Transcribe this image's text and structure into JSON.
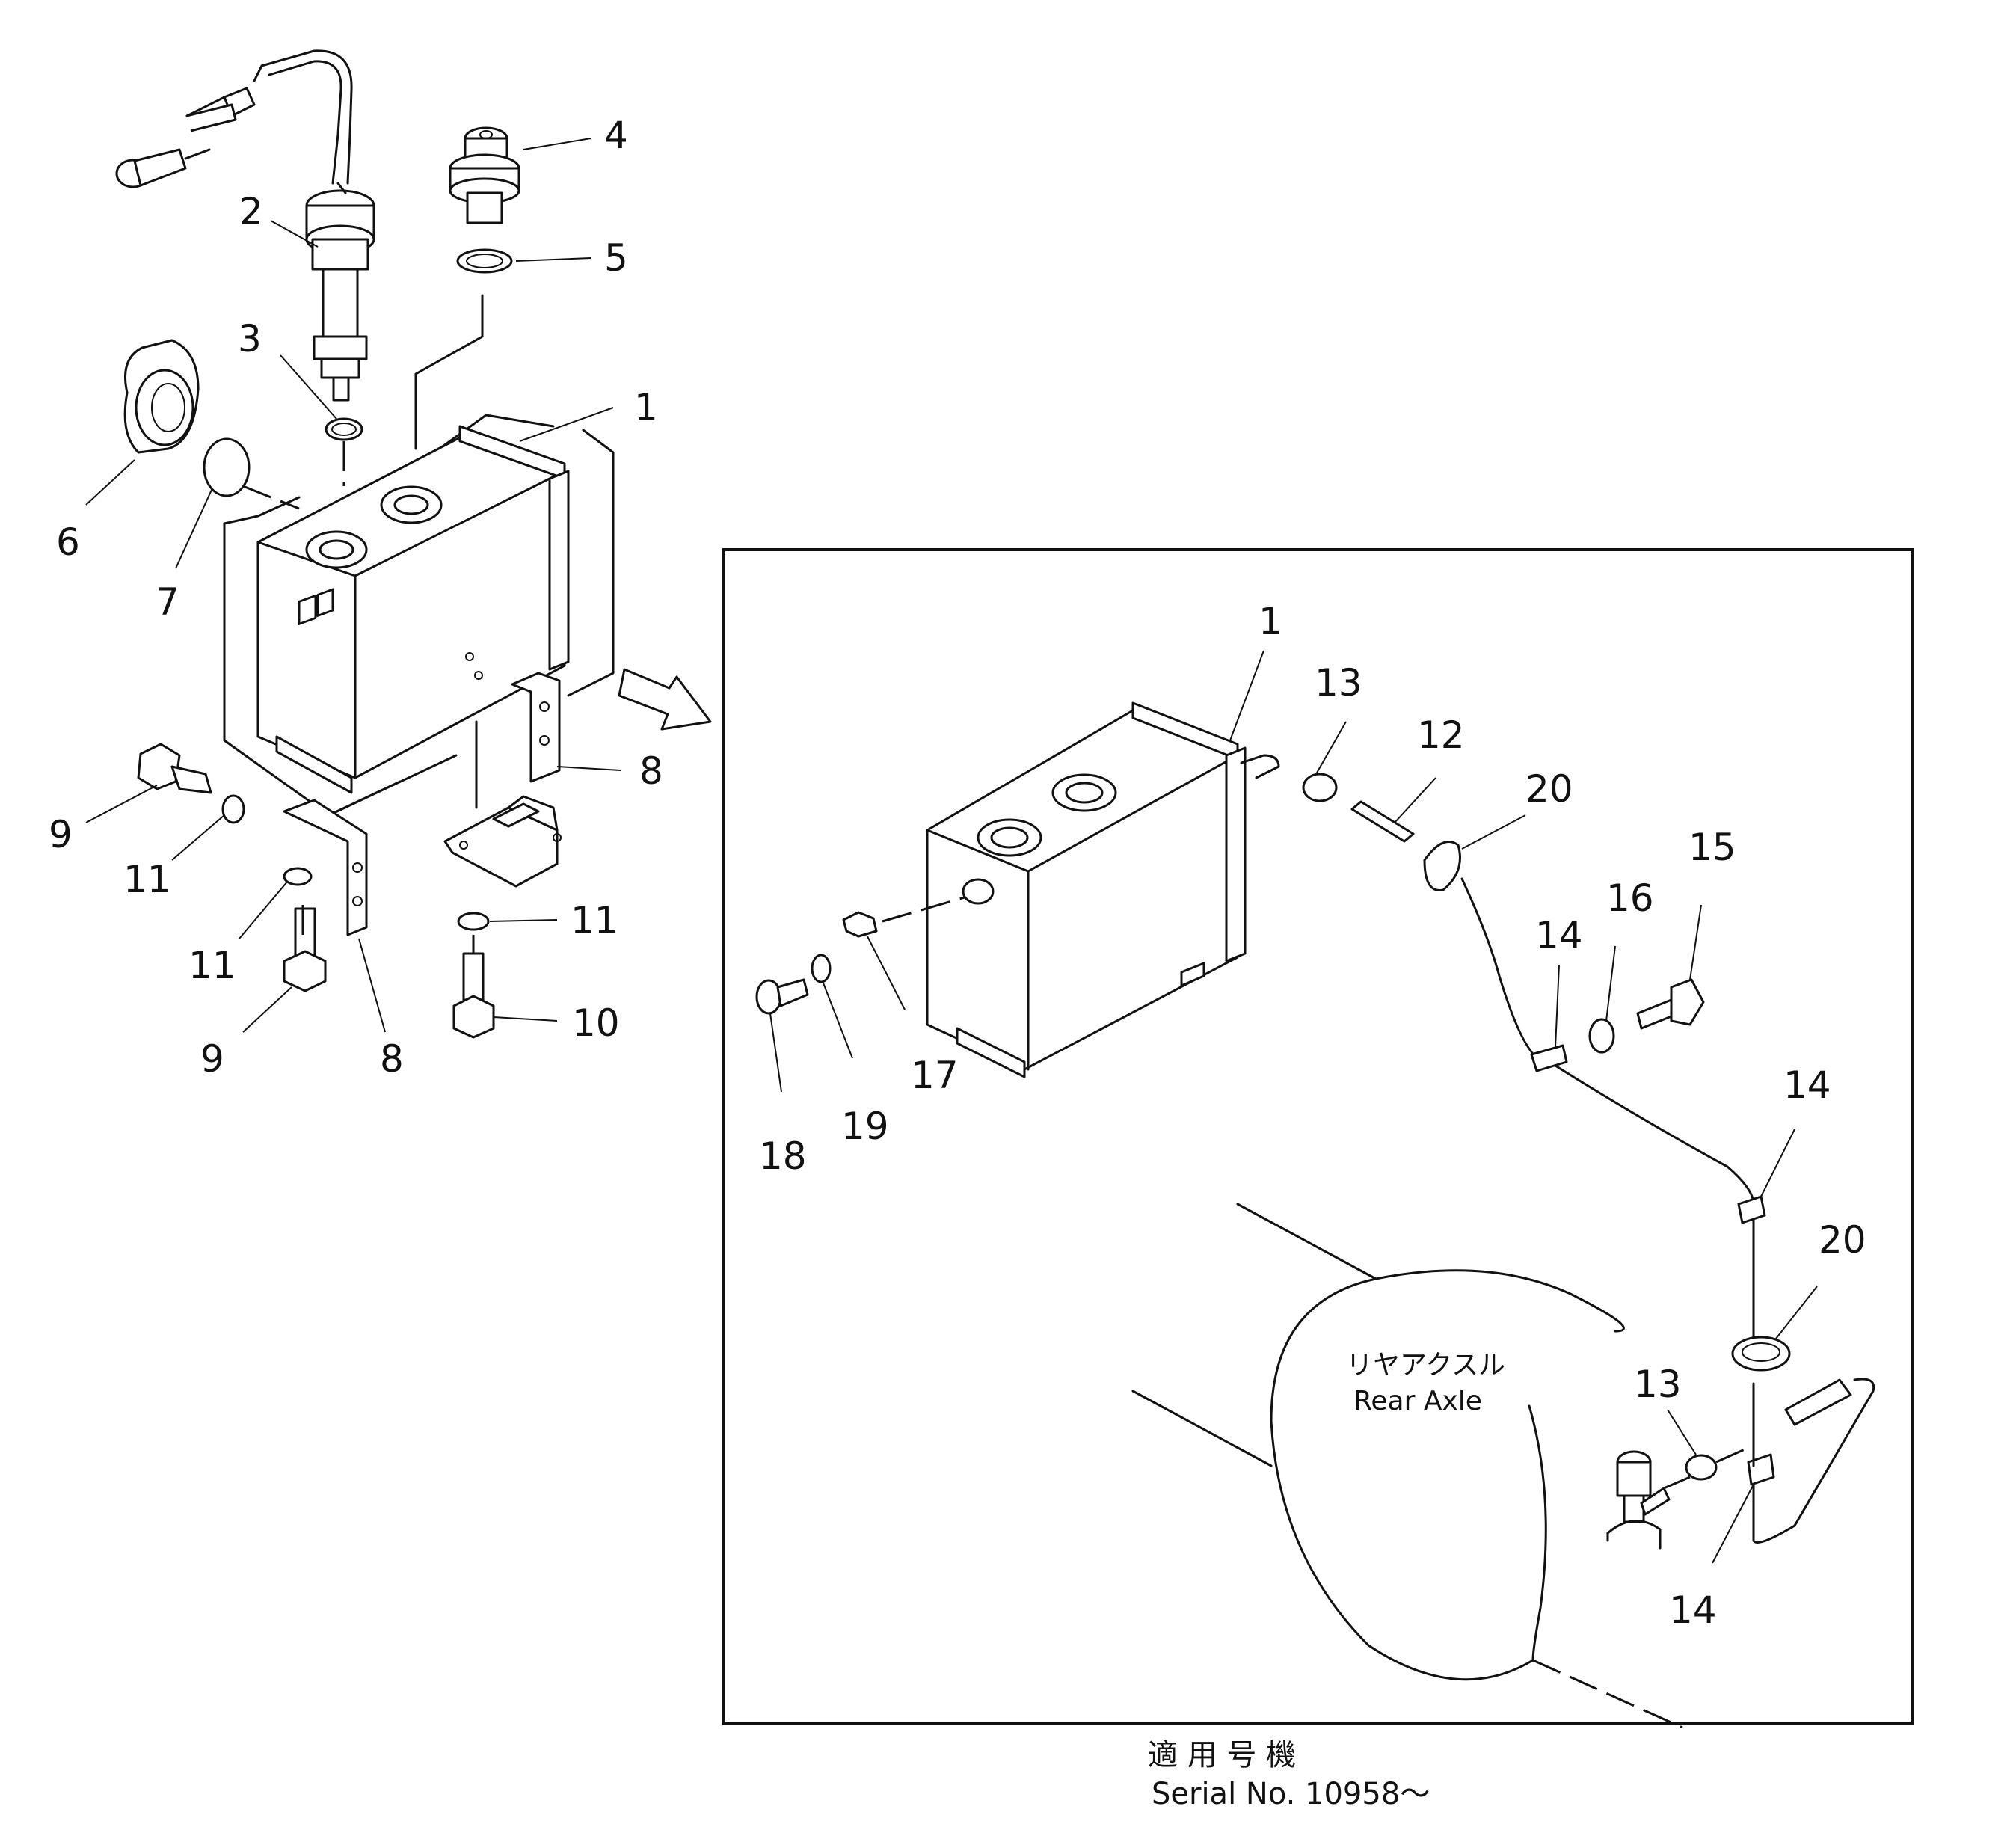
{
  "labels": {
    "l1": "1",
    "l2": "2",
    "l3": "3",
    "l4": "4",
    "l5": "5",
    "l6": "6",
    "l7": "7",
    "l8a": "8",
    "l8b": "8",
    "l9a": "9",
    "l9b": "9",
    "l10": "10",
    "l11a": "11",
    "l11b": "11",
    "l11c": "11",
    "d1": "1",
    "d12": "12",
    "d13a": "13",
    "d13b": "13",
    "d14a": "14",
    "d14b": "14",
    "d14c": "14",
    "d15": "15",
    "d16": "16",
    "d17": "17",
    "d18": "18",
    "d19": "19",
    "d20a": "20",
    "d20b": "20"
  },
  "axle": {
    "jp": "リヤアクスル",
    "en": "Rear Axle"
  },
  "serial": {
    "jp": "適 用 号 機",
    "en": "Serial No. 10958～"
  }
}
